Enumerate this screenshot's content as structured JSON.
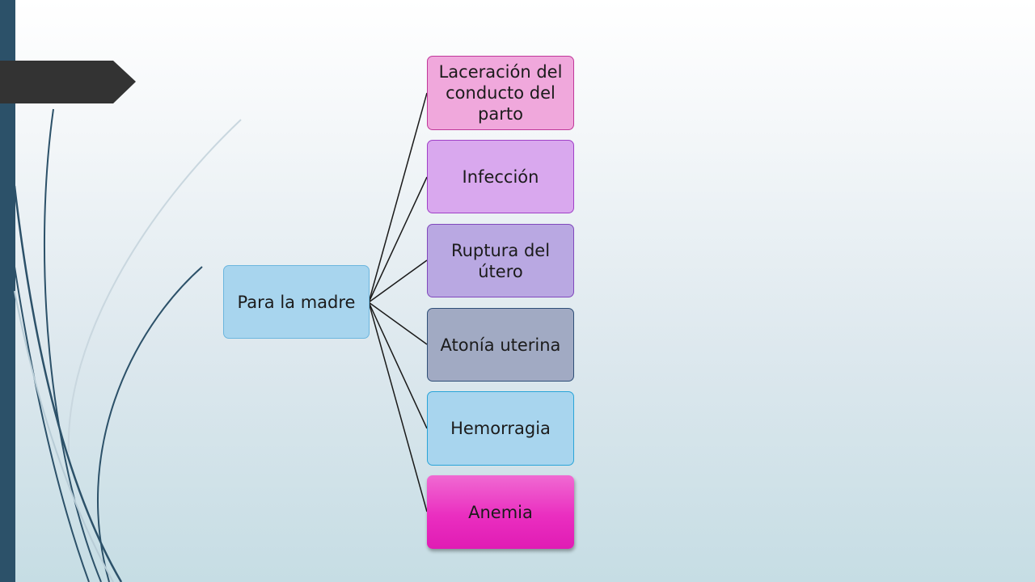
{
  "diagram": {
    "root": {
      "label": "Para la madre"
    },
    "children": [
      {
        "label": "Laceración del conducto del parto"
      },
      {
        "label": "Infección"
      },
      {
        "label": "Ruptura del útero"
      },
      {
        "label": "Atonía uterina"
      },
      {
        "label": "Hemorragia"
      },
      {
        "label": "Anemia"
      }
    ]
  },
  "colors": {
    "root_fill": "#a8d5ee",
    "child_fills": [
      "#f0a8dc",
      "#d9a8ee",
      "#b9a8e2",
      "#a1aac3",
      "#a8d5ee",
      "#e62ec0"
    ],
    "connector": "#1a1a1a",
    "accent_bar": "#2c5169"
  }
}
